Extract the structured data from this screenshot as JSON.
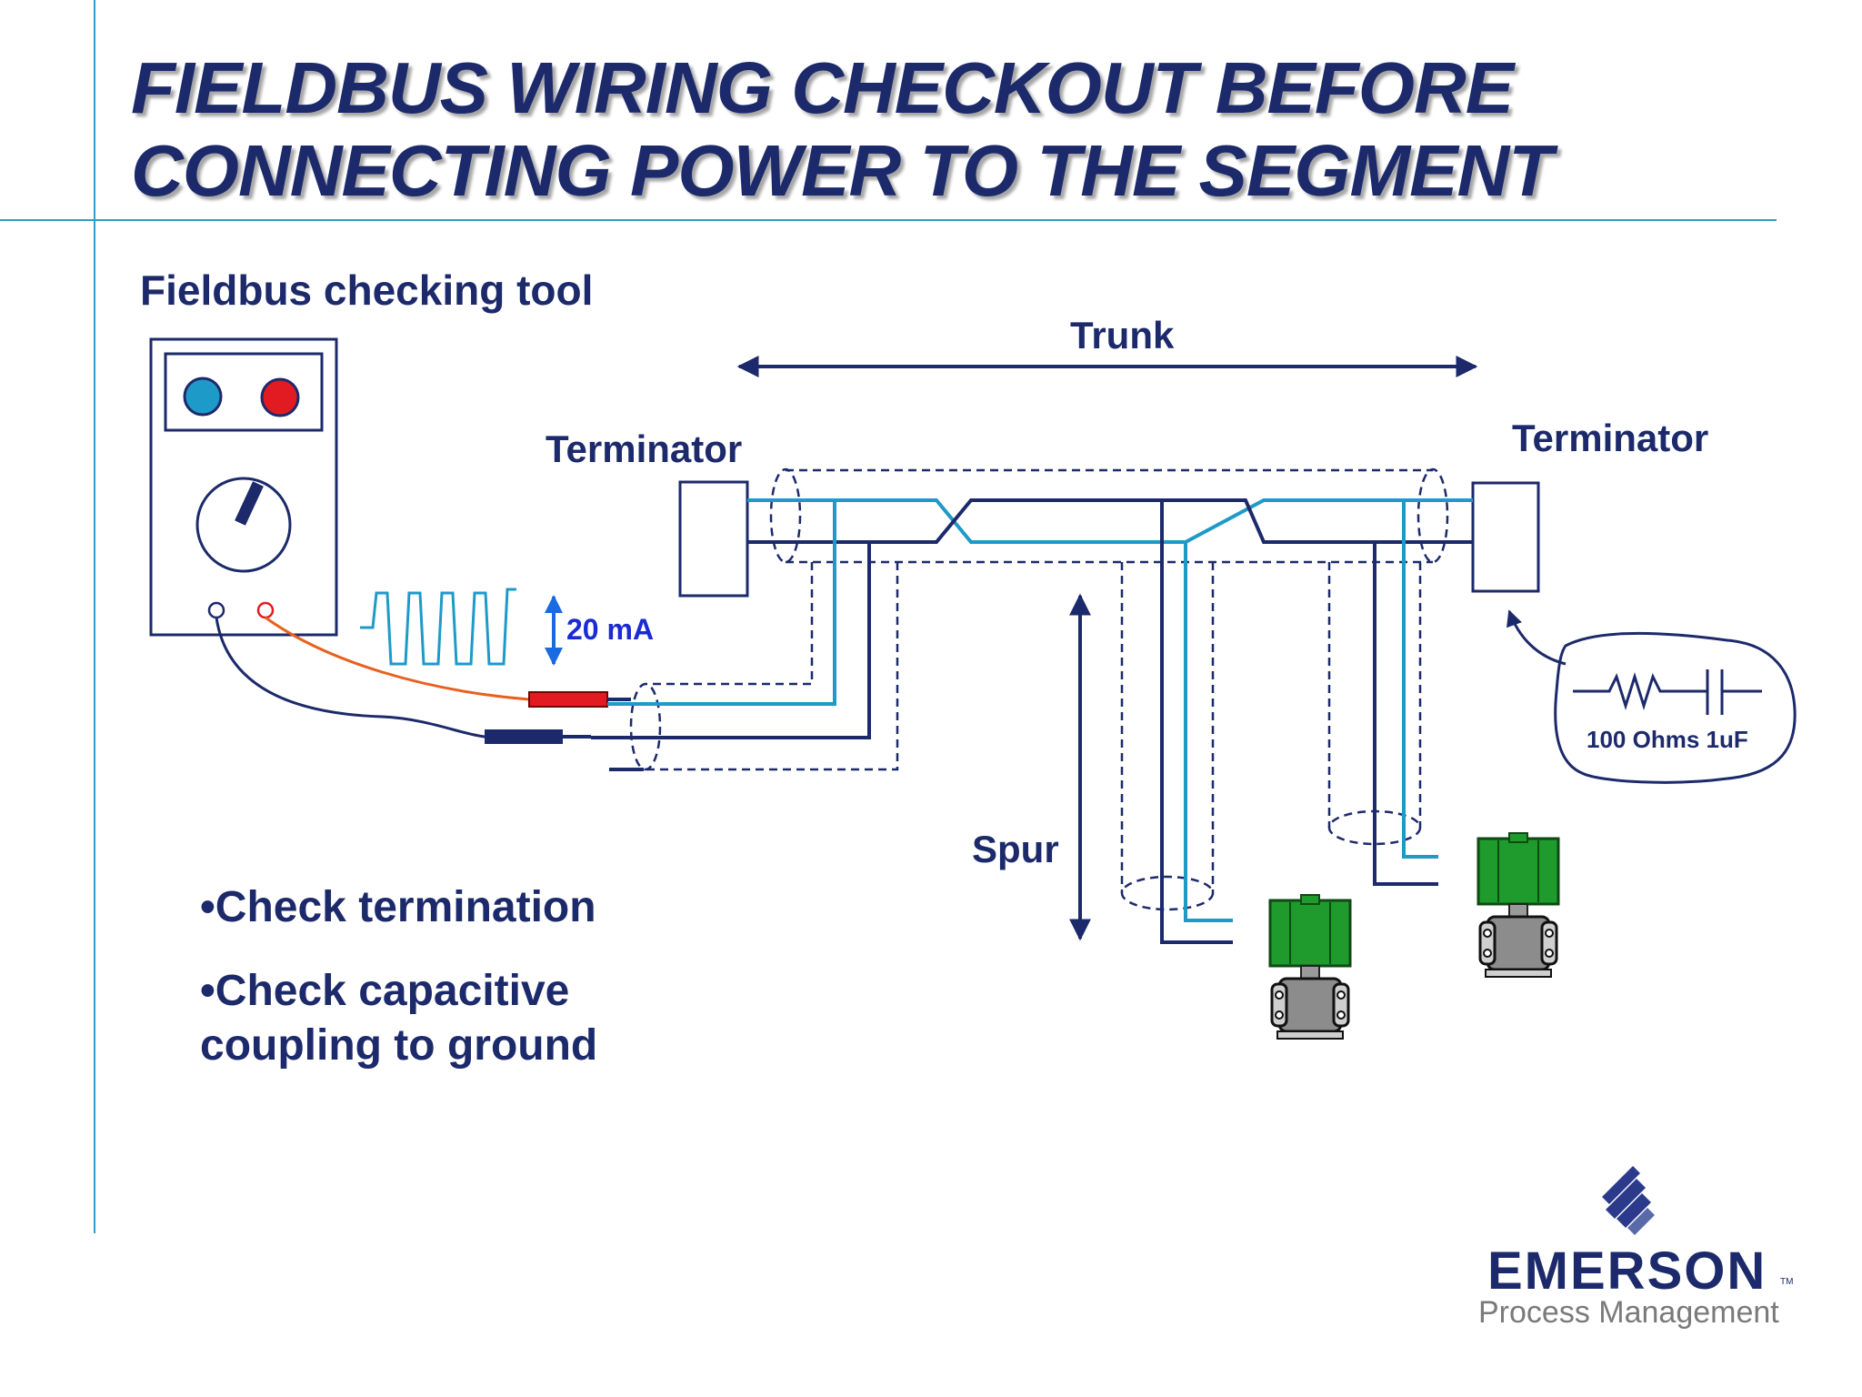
{
  "title": {
    "line1": "FIELDBUS WIRING CHECKOUT BEFORE",
    "line2": "CONNECTING POWER TO THE SEGMENT"
  },
  "diagram": {
    "tool_label": "Fieldbus checking  tool",
    "trunk_label": "Trunk",
    "terminator_left_label": "Terminator",
    "terminator_right_label": "Terminator",
    "spur_label": "Spur",
    "current_label": "20 mA",
    "rc_label": "100 Ohms  1uF"
  },
  "bullets": [
    "•Check termination",
    "•Check capacitive coupling to ground"
  ],
  "bullet_lines": {
    "b1": "•Check termination",
    "b2_line1": "•Check capacitive",
    "b2_line2": "coupling to ground"
  },
  "logo": {
    "name": "EMERSON",
    "tm": "TM",
    "subtitle": "Process Management"
  },
  "colors": {
    "title": "#1c2a6b",
    "accent_line": "#2aa0c8",
    "wire_dark": "#1c2a6b",
    "wire_light": "#1e9ac8",
    "probe_red": "#e21b23",
    "lead_orange": "#e8601e",
    "current_blue": "#1a2bd4",
    "device_green": "#1f9a2c"
  },
  "icons": [
    "multimeter-icon",
    "square-wave-icon",
    "field-transmitter-icon",
    "emerson-logo-icon"
  ]
}
